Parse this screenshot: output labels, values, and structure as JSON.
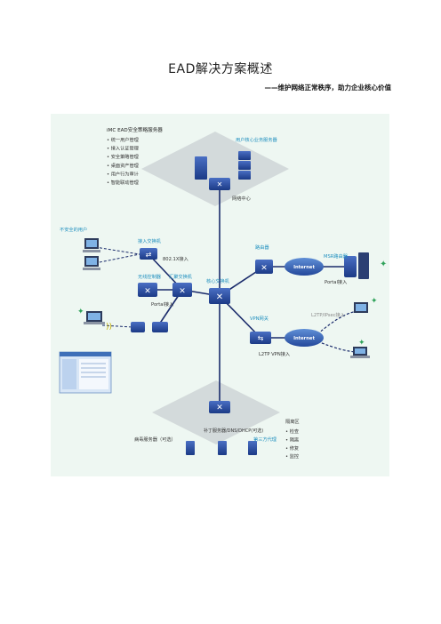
{
  "header": {
    "title": "EAD解决方案概述",
    "subtitle": "——维护网络正常秩序，助力企业核心价值"
  },
  "diagram": {
    "server_title": "iMC EAD安全策略服务器",
    "server_features": [
      "统一用户管理",
      "接入认证管理",
      "安全策略管理",
      "桌面资产管理",
      "用户行为审计",
      "智能联动管理"
    ],
    "core_servers_label": "用户核心业务服务器",
    "datacenter_label": "网络中心",
    "unsafe_users_label": "不安全的用户",
    "access_switch_label": "接入交换机",
    "dot1x_label": "802.1X接入",
    "wireless_ctrl_label": "无线控制器",
    "agg_switch_label": "汇聚交换机",
    "core_switch_label": "核心交换机",
    "portal_label_1": "Portal接入",
    "router_label": "路由器",
    "internet_1": "Internet",
    "msr_label": "MSR路由器",
    "portal_label_2": "Portal接入",
    "l2tp_ipsec_label": "L2TP/IPsec接入",
    "vpn_gateway_label": "VPN网关",
    "internet_2": "Internet",
    "l2tp_vpn_label": "L2TP VPN接入",
    "patch_server_label": "补丁服务器/DNS/DHCP(可选)",
    "antivirus_label": "病毒服务器（可选）",
    "proxy_label": "第三方代理",
    "quarantine_title": "隔离区",
    "quarantine_items": [
      "检查",
      "隔离",
      "修复",
      "监控"
    ]
  },
  "colors": {
    "accent": "#1f8fbf",
    "panel": "#eef7f2",
    "device": "#1e3f8f",
    "link": "#1a2b6b"
  }
}
